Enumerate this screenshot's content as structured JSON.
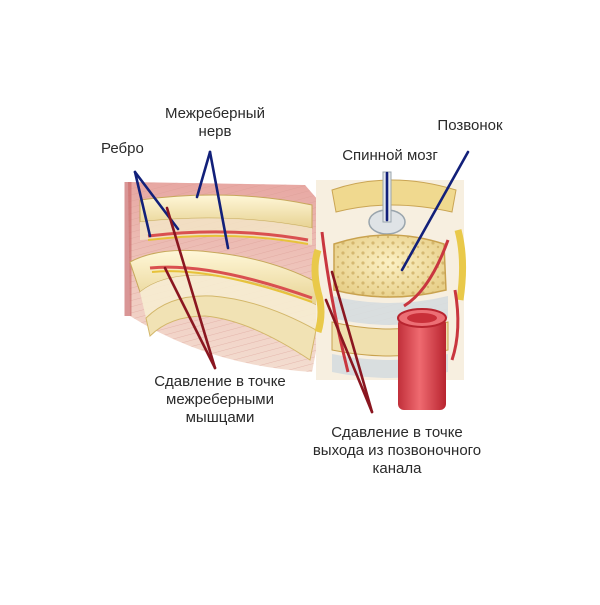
{
  "labels": {
    "intercostal_nerve": [
      "Межреберный",
      "нерв"
    ],
    "rib": "Ребро",
    "spinal_cord": "Спинной мозг",
    "vertebra": "Позвонок",
    "compression_muscles": [
      "Сдавление в точке",
      "межреберными",
      "мышцами"
    ],
    "compression_exit": [
      "Сдавление в точке",
      "выхода из позвоночного",
      "канала"
    ]
  },
  "colors": {
    "pointer_blue": "#12207a",
    "pointer_red": "#8a1620",
    "rib_tissue": "#e9d9a8",
    "muscle_pink": "#e8a9a9",
    "bone_yellow": "#f2e3a6",
    "disc_gray": "#cfd5da",
    "aorta_red": "#d7404a"
  }
}
